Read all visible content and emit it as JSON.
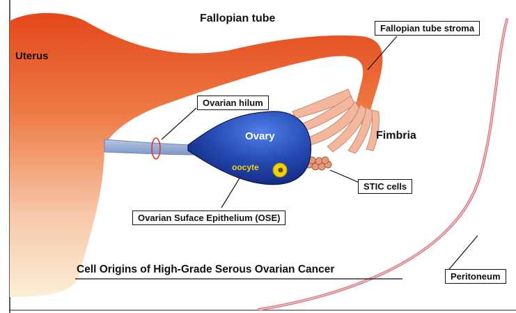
{
  "labels": {
    "fallopian_tube": "Fallopian tube",
    "uterus": "Uterus",
    "fimbria": "Fimbria",
    "ovary": "Ovary",
    "oocyte": "oocyte"
  },
  "callouts": {
    "fallopian_tube_stroma": "Fallopian tube stroma",
    "ovarian_hilum": "Ovarian hilum",
    "stic_cells": "STIC cells",
    "ose": "Ovarian Suface Epithelium (OSE)",
    "peritoneum": "Peritoneum"
  },
  "caption": "Cell Origins of High-Grade Serous Ovarian Cancer",
  "colors": {
    "uterus_top": "#e4471a",
    "uterus_bottom": "#fbefd8",
    "ovary_light": "#2f5fd0",
    "ovary_dark": "#0e1f6e",
    "fimbria": "#f3b79d",
    "peritoneum": "#d77a82",
    "oocyte": "#f2d20f",
    "callout_border": "#111111"
  }
}
